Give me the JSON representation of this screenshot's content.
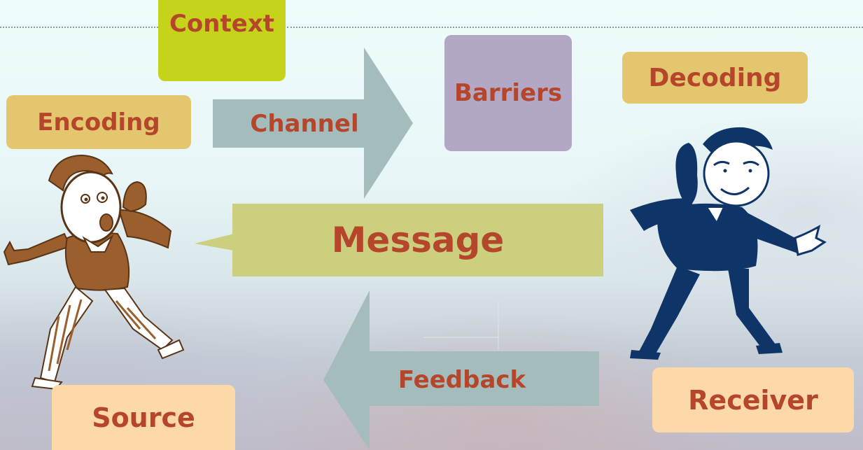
{
  "diagram": {
    "context": "Context",
    "encoding": "Encoding",
    "channel": "Channel",
    "barriers": "Barriers",
    "decoding": "Decoding",
    "message": "Message",
    "feedback": "Feedback",
    "source": "Source",
    "receiver": "Receiver"
  },
  "colors": {
    "text": "#b5462b",
    "context_box": "#c5d41a",
    "encoding_box": "#e3c66e",
    "decoding_box": "#e3c66e",
    "barriers_box": "#b2a8c6",
    "message_box": "#cbcf7e",
    "channel_arrow": "#a5bcbd",
    "feedback_arrow": "#a5bcbd",
    "source_box": "#fdd8a8",
    "receiver_box": "#fdd8a8",
    "source_figure": "#9b5f2e",
    "receiver_figure": "#0f3568"
  }
}
